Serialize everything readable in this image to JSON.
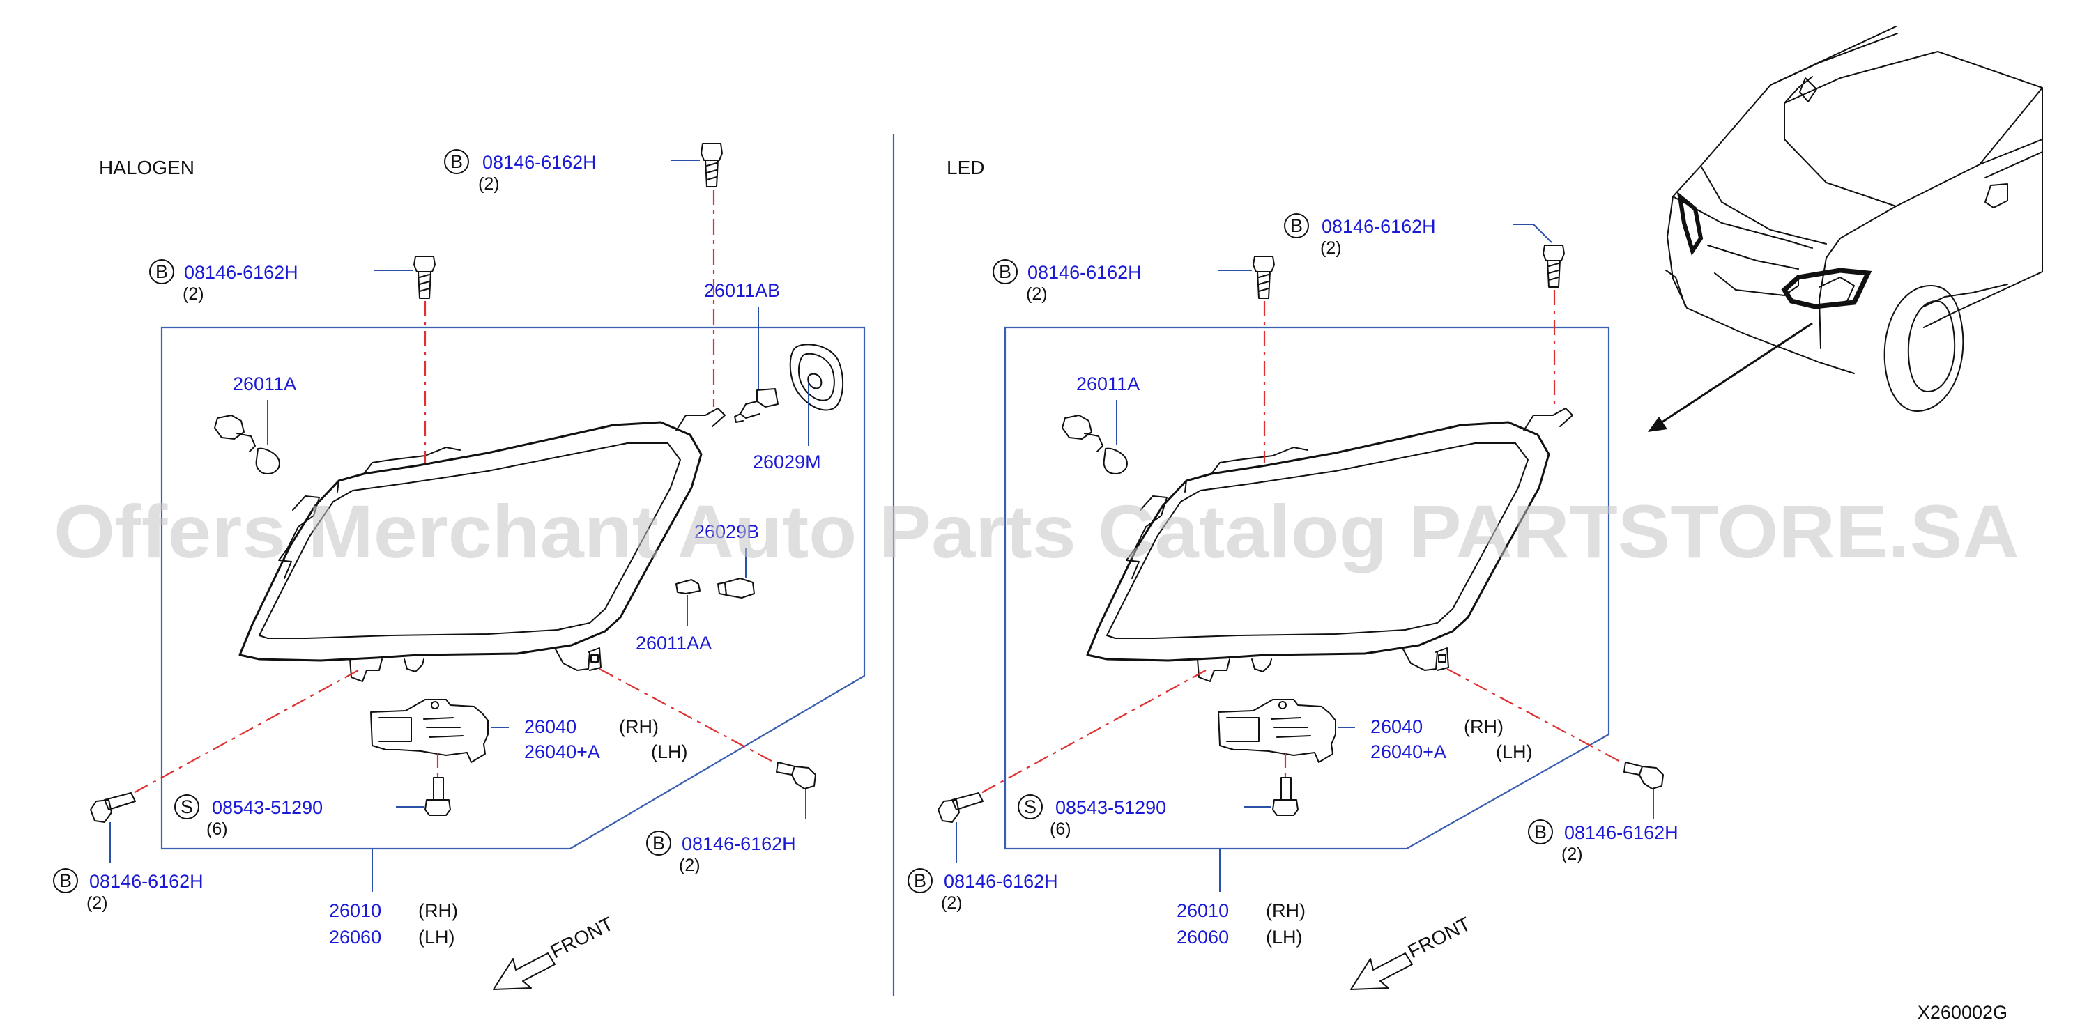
{
  "watermark": "Offers Merchant Auto Parts Catalog PARTSTORE.SA",
  "diagram_code": "X260002G",
  "colors": {
    "label": "#1a1ad6",
    "frame": "#3b5fb0",
    "centerline": "#e03030",
    "drawing": "#111111",
    "watermark": "#c4c4c4"
  },
  "halogen": {
    "section_title": "HALOGEN",
    "bolt_top": {
      "symbol": "B",
      "part": "08146-6162H",
      "qty": "(2)"
    },
    "bolt_upper": {
      "symbol": "B",
      "part": "08146-6162H",
      "qty": "(2)"
    },
    "socket_ab": "26011AB",
    "bulb_a": "26011A",
    "bulb_cover": "26029M",
    "bulb_b": "26029B",
    "bulb_aa": "26011AA",
    "bracket": {
      "part_rh": "26040",
      "side_rh": "(RH)",
      "part_lh": "26040+A",
      "side_lh": "(LH)"
    },
    "screw": {
      "symbol": "S",
      "part": "08543-51290",
      "qty": "(6)"
    },
    "bolt_right": {
      "symbol": "B",
      "part": "08146-6162H",
      "qty": "(2)"
    },
    "bolt_left": {
      "symbol": "B",
      "part": "08146-6162H",
      "qty": "(2)"
    },
    "assembly": {
      "part_rh": "26010",
      "side_rh": "(RH)",
      "part_lh": "26060",
      "side_lh": "(LH)"
    },
    "front_label": "FRONT"
  },
  "led": {
    "section_title": "LED",
    "bolt_top": {
      "symbol": "B",
      "part": "08146-6162H",
      "qty": "(2)"
    },
    "bolt_upper": {
      "symbol": "B",
      "part": "08146-6162H",
      "qty": "(2)"
    },
    "bulb_a": "26011A",
    "bracket": {
      "part_rh": "26040",
      "side_rh": "(RH)",
      "part_lh": "26040+A",
      "side_lh": "(LH)"
    },
    "screw": {
      "symbol": "S",
      "part": "08543-51290",
      "qty": "(6)"
    },
    "bolt_right": {
      "symbol": "B",
      "part": "08146-6162H",
      "qty": "(2)"
    },
    "bolt_left": {
      "symbol": "B",
      "part": "08146-6162H",
      "qty": "(2)"
    },
    "assembly": {
      "part_rh": "26010",
      "side_rh": "(RH)",
      "part_lh": "26060",
      "side_lh": "(LH)"
    },
    "front_label": "FRONT"
  }
}
